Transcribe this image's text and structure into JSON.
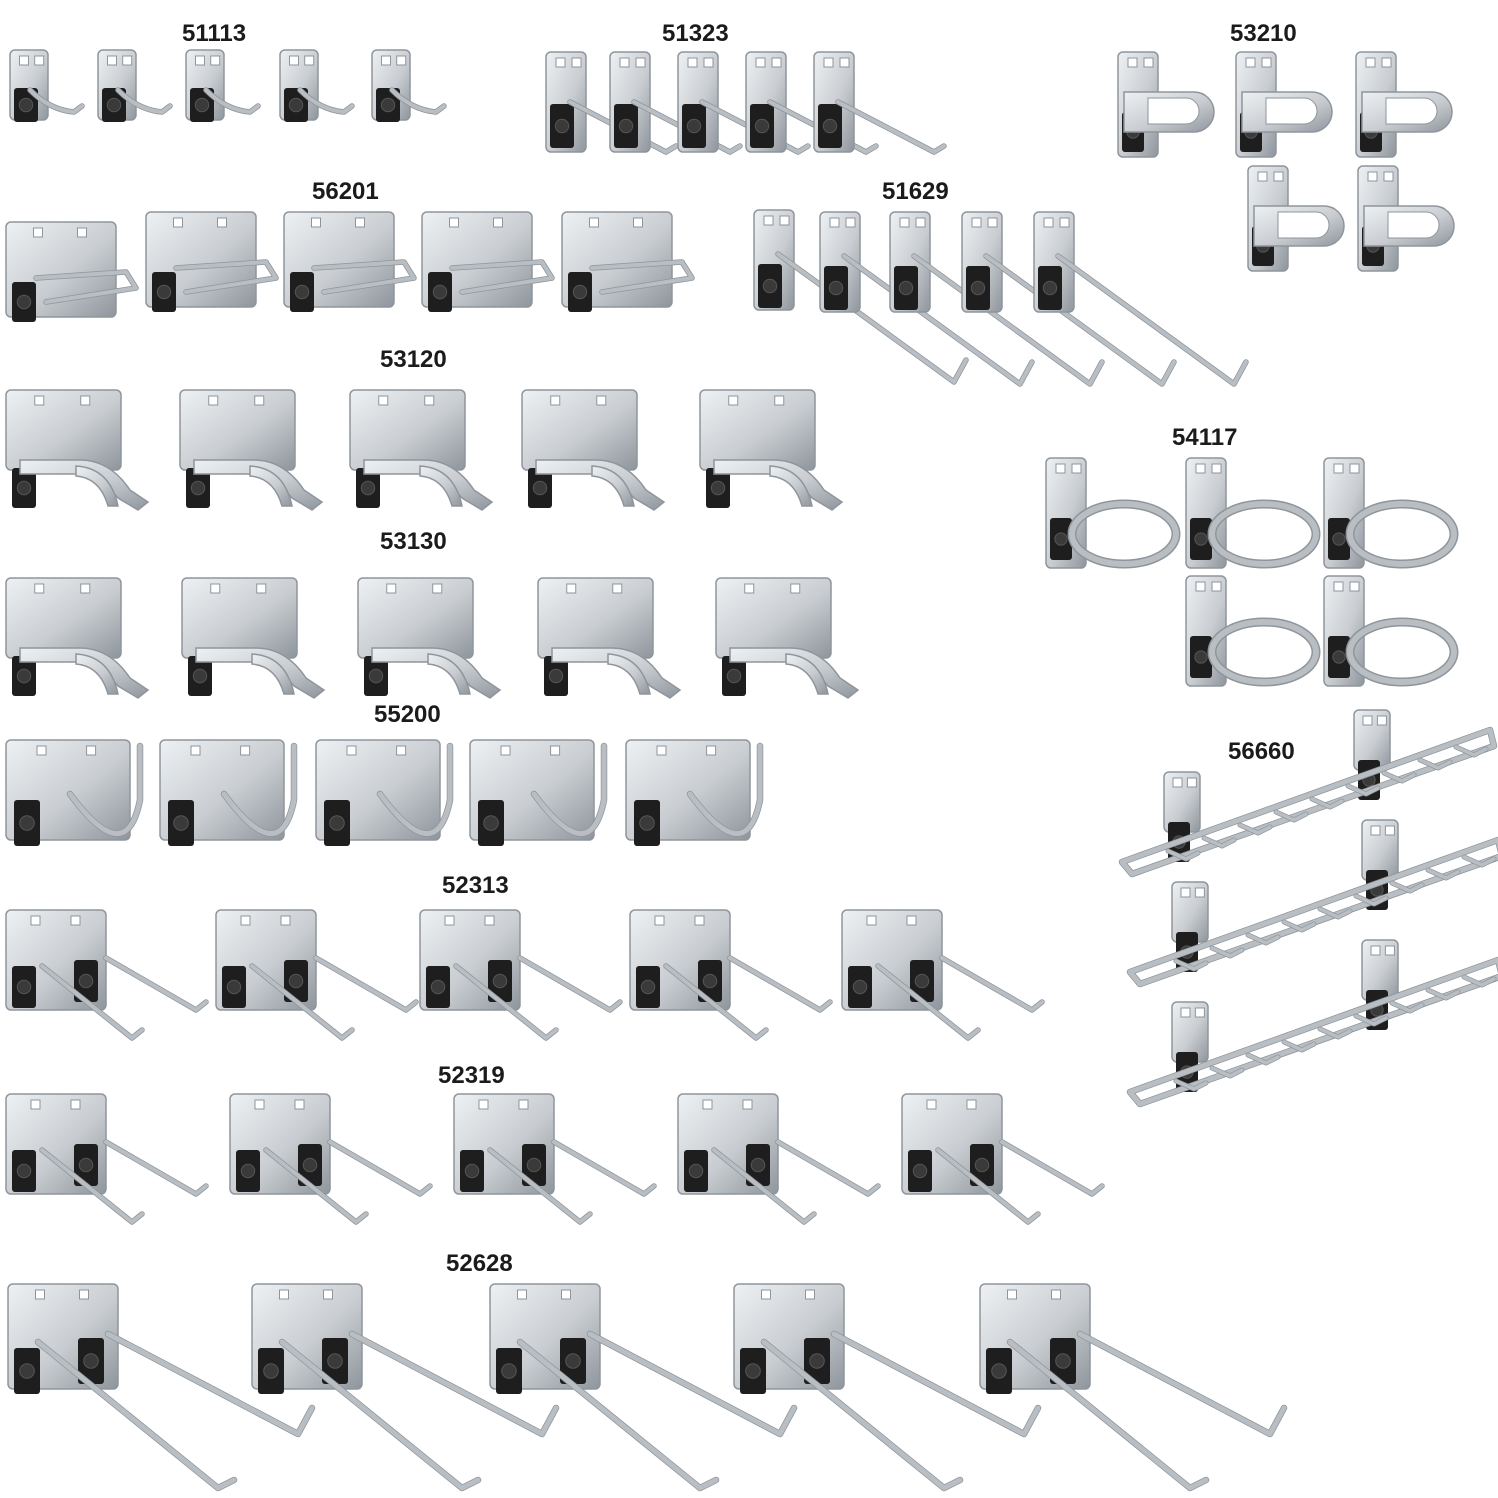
{
  "background": "#ffffff",
  "colors": {
    "metal": "#c9cdd1",
    "metal_dark": "#8e959c",
    "metal_light": "#eef1f3",
    "clip": "#1e1e1e",
    "wire": "#b9bec3",
    "label": "#1b1b1b"
  },
  "groups": [
    {
      "code": "51113",
      "type": "short-hook",
      "count": 5
    },
    {
      "code": "51323",
      "type": "angled-hook",
      "count": 5
    },
    {
      "code": "53210",
      "type": "double-clip",
      "count": 5
    },
    {
      "code": "56201",
      "type": "loop-hook",
      "count": 5
    },
    {
      "code": "51629",
      "type": "long-hook",
      "count": 5
    },
    {
      "code": "53120",
      "type": "spring-clip",
      "count": 5
    },
    {
      "code": "54117",
      "type": "ring-holder",
      "count": 5
    },
    {
      "code": "53130",
      "type": "spring-clip",
      "count": 5
    },
    {
      "code": "56660",
      "type": "screwdriver-rack",
      "count": 3
    },
    {
      "code": "55200",
      "type": "j-hook",
      "count": 5
    },
    {
      "code": "52313",
      "type": "double-hook",
      "count": 5
    },
    {
      "code": "52319",
      "type": "double-hook",
      "count": 5
    },
    {
      "code": "52628",
      "type": "long-double-hook",
      "count": 5
    }
  ]
}
